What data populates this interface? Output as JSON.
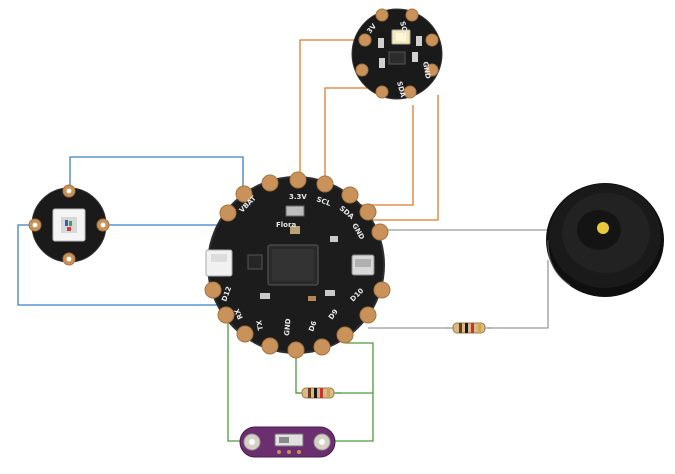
{
  "flora": {
    "brand": "Flora",
    "pins": {
      "vbat": "VBAT",
      "v33": "3.3V",
      "sda": "SDA",
      "scl": "SCL",
      "gnd_top": "GND",
      "d6": "D6",
      "d9": "D9",
      "d10": "D10",
      "d12": "D12",
      "gnd_bottom": "GND",
      "tx": "TX",
      "rx": "RX"
    }
  },
  "sensor": {
    "pins": {
      "three_v": "3V",
      "scl": "SCL",
      "sda": "SDA",
      "gnd": "GND"
    }
  },
  "colors": {
    "blue_wire": "#3b7fc4",
    "orange_wire": "#e07b2a",
    "green_wire": "#4f9a3a",
    "gray_wire": "#9a9a9a",
    "board": "#1c1c1c",
    "pad": "#c9925a",
    "switch_board": "#6b2e6e"
  }
}
